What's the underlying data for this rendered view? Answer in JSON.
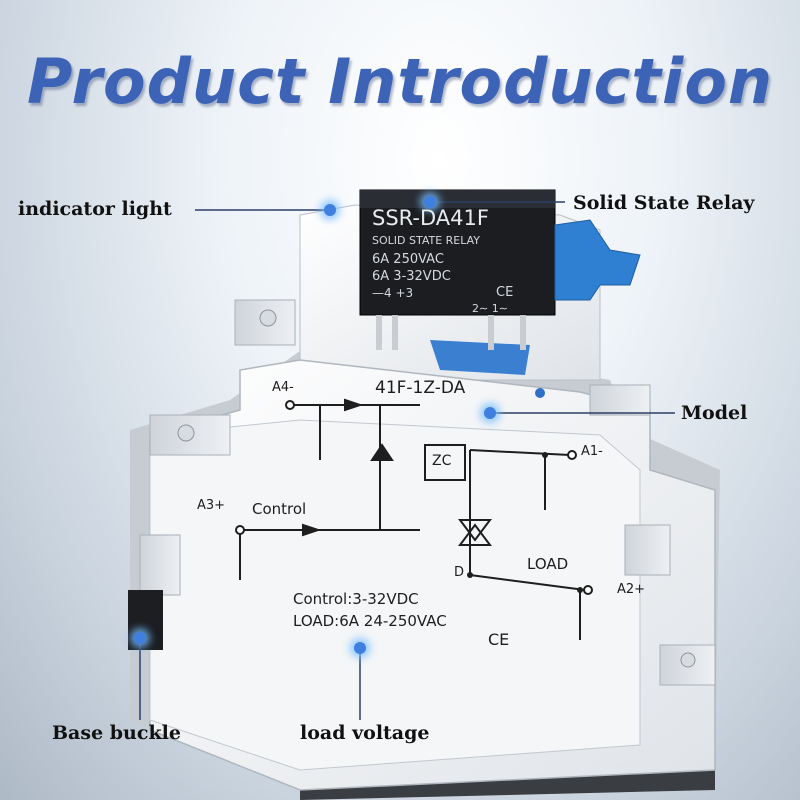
{
  "title": "Product Introduction",
  "callouts": {
    "indicator": "indicator light",
    "ssr": "Solid State Relay",
    "model": "Model",
    "buckle": "Base buckle",
    "load_voltage": "load voltage"
  },
  "relay": {
    "line1": "SSR-DA41F",
    "line2": "SOLID STATE RELAY",
    "line3": "6A  250VAC",
    "line4": "6A  3-32VDC",
    "line5": "—4  +3",
    "line6": "2∼  1∼",
    "mark": "CE"
  },
  "base": {
    "model": "41F-1Z-DA",
    "a4": "A4-",
    "a3": "A3+",
    "a1": "A1-",
    "a2": "A2+",
    "control": "Control",
    "load": "LOAD",
    "zc": "ZC",
    "d": "D",
    "spec1": "Control:3-32VDC",
    "spec2": "LOAD:6A 24-250VAC",
    "mark": "CE"
  }
}
